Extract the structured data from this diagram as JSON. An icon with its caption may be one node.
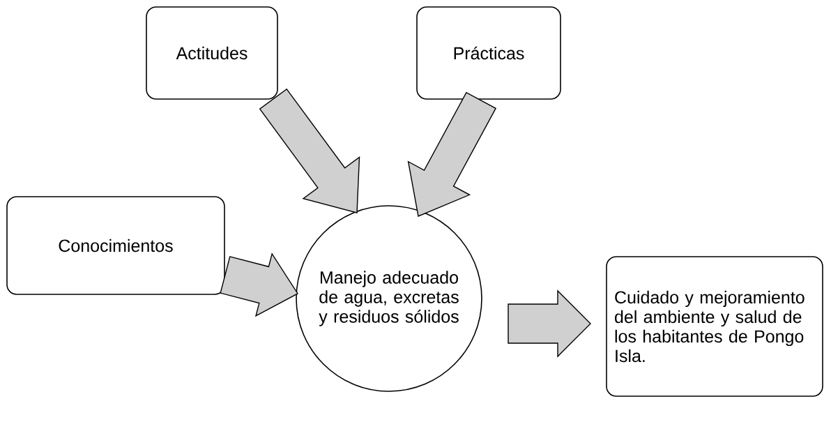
{
  "diagram": {
    "nodes": [
      {
        "text": [
          "Actitudes"
        ]
      },
      {
        "text": [
          "Prácticas"
        ]
      },
      {
        "text": [
          "Conocimientos"
        ]
      },
      {
        "text": [
          "Manejo adecuado de agua, excretas y residuos sólidos"
        ]
      },
      {
        "text": [
          "Cuidado y mejoramiento del ambiente y salud de los habitantes de Pongo Isla."
        ]
      }
    ],
    "edges": [
      {
        "from": 0,
        "to": 3,
        "arrow": "to"
      },
      {
        "from": 1,
        "to": 3,
        "arrow": "to"
      },
      {
        "from": 2,
        "to": 3,
        "arrow": "to"
      },
      {
        "from": 3,
        "to": 4,
        "arrow": "to"
      }
    ]
  }
}
